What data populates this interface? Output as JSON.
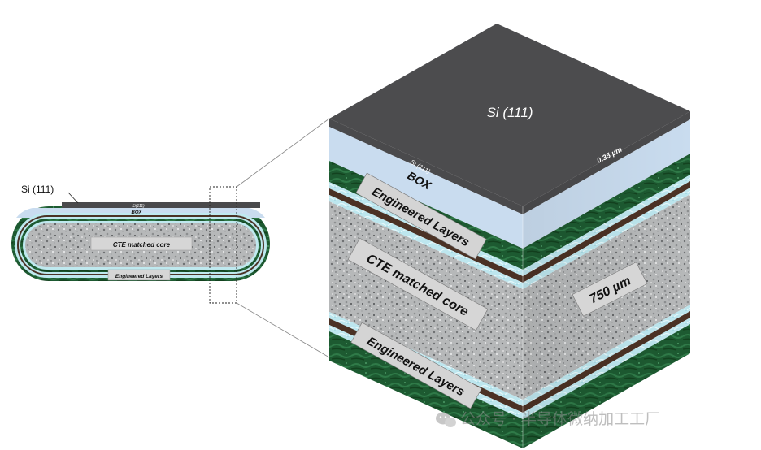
{
  "wafer": {
    "si_callout": "Si (111)",
    "si_layer_label": "Si(111)",
    "box_label": "BOX",
    "core_label": "CTE matched core",
    "engineered_label": "Engineered Layers"
  },
  "cube": {
    "top_label": "Si (111)",
    "si_edge_label": "Si (111)",
    "thickness_label": "0.35 µm",
    "box_label": "BOX",
    "engineered_top_label": "Engineered Layers",
    "core_label": "CTE matched core",
    "core_thickness": "750 µm",
    "engineered_bottom_label": "Engineered Layers"
  },
  "watermark": {
    "text": "公众号 · 半导体微纳加工工厂"
  },
  "colors": {
    "si": "#4a4a4c",
    "box": "#c9dcef",
    "green": "#1f5e33",
    "cyan": "#bfe9ef",
    "brown": "#4b3225",
    "core": "#b9bbbc",
    "label_bg": "#d6d6d6"
  }
}
